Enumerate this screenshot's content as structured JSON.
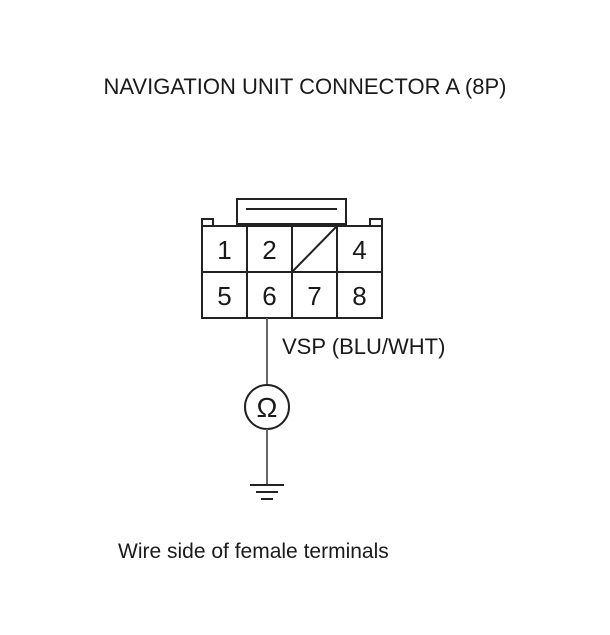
{
  "title": "NAVIGATION UNIT CONNECTOR A (8P)",
  "connector": {
    "pins": {
      "p1": "1",
      "p2": "2",
      "p4": "4",
      "p5": "5",
      "p6": "6",
      "p7": "7",
      "p8": "8"
    },
    "empty_cavity": "pin 3 (no terminal)"
  },
  "wire_label": "VSP (BLU/WHT)",
  "meter_symbol": "Ω",
  "caption": "Wire side of female terminals",
  "colors": {
    "line": "#222222",
    "wire": "#555555",
    "background": "#ffffff"
  }
}
